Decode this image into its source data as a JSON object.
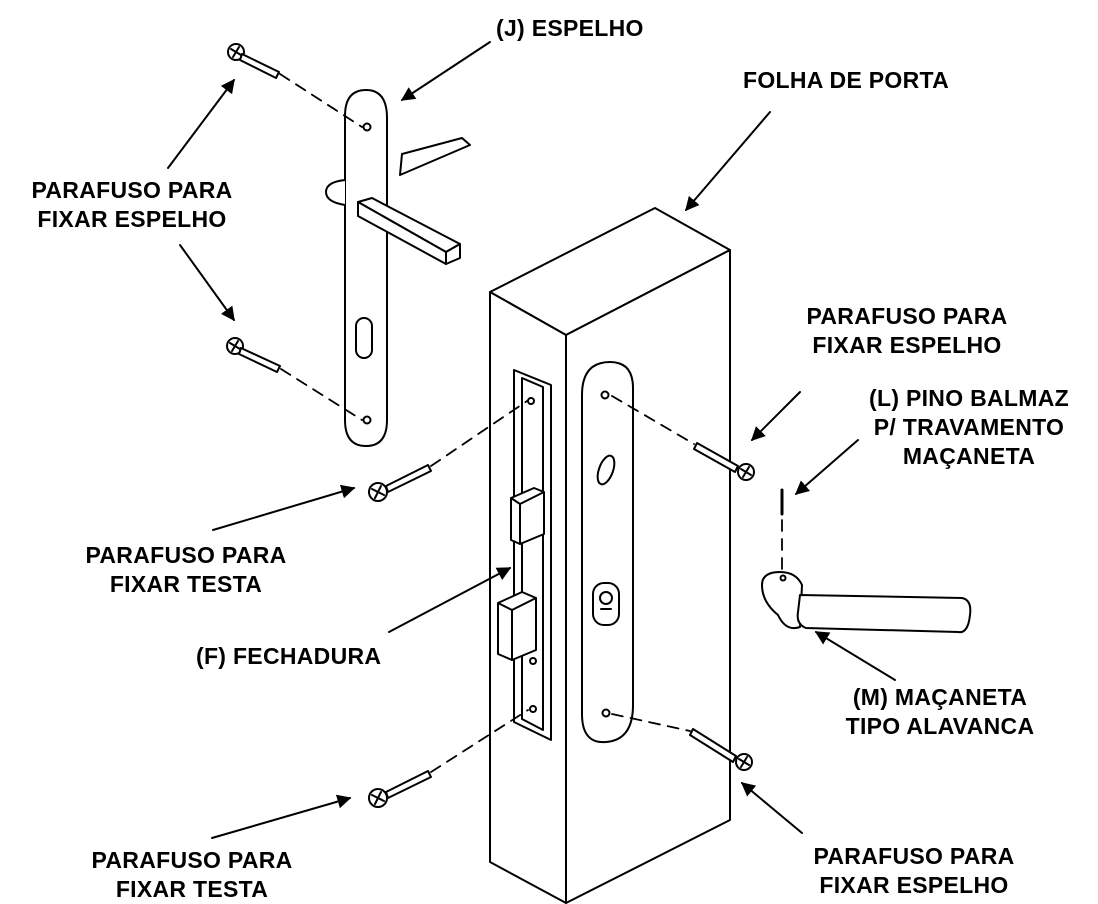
{
  "labels": {
    "espelho": "(J) ESPELHO",
    "folha": "FOLHA DE PORTA",
    "screw_mirror_left": [
      "PARAFUSO PARA",
      "FIXAR ESPELHO"
    ],
    "screw_mirror_right_top": [
      "PARAFUSO PARA",
      "FIXAR ESPELHO"
    ],
    "pino": [
      "(L) PINO BALMAZ",
      "P/ TRAVAMENTO",
      "MAÇANETA"
    ],
    "screw_front_top": [
      "PARAFUSO PARA",
      "FIXAR TESTA"
    ],
    "fechadura": "(F) FECHADURA",
    "macaneta": [
      "(M) MAÇANETA",
      "TIPO ALAVANCA"
    ],
    "screw_front_bottom": [
      "PARAFUSO PARA",
      "FIXAR TESTA"
    ],
    "screw_mirror_right_bottom": [
      "PARAFUSO PARA",
      "FIXAR ESPELHO"
    ]
  },
  "colors": {
    "line": "#000000",
    "fill": "#ffffff"
  }
}
